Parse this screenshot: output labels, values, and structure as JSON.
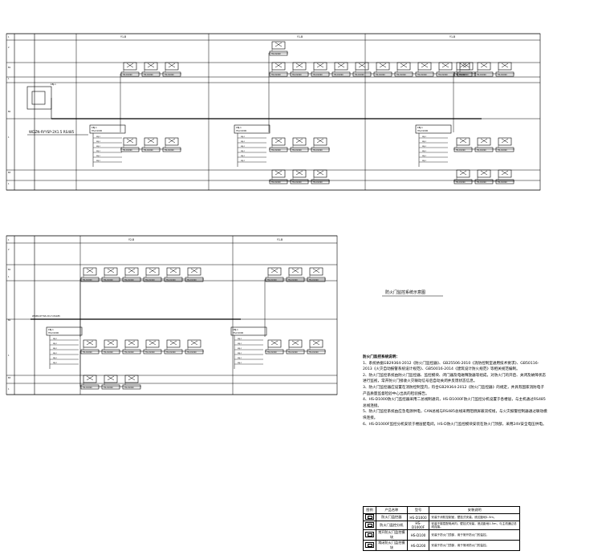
{
  "diagram1": {
    "sections": [
      "Y1-B",
      "Y1-B",
      "Y1-B"
    ],
    "rows": [
      "1",
      "2",
      "B1",
      "1",
      "B2",
      "1",
      "B3",
      "1"
    ],
    "cable": "WDZN-RYYSP-2X1.5 RS485",
    "device_top": "KBJ-1",
    "device_label": "HS-D1000",
    "sub_label": "KBJ-1",
    "node": "HS-D1000"
  },
  "diagram2": {
    "sections": [
      "Y2-B",
      "Y1-B"
    ],
    "rows": [
      "1",
      "2",
      "B1",
      "1",
      "B2",
      "1",
      "B3",
      "1"
    ],
    "cable": "WDZN-RYYSP-2X1.5 RS485",
    "node": "HS-D1000"
  },
  "notes": {
    "subtitle": "防火门监控系统示意图",
    "title": "防火门监控系统说明：",
    "lines": [
      "1、系统依据GB29364-2012《防火门监控器》、GB25506-2010《消防控制室通用技术要求》、GB50116-2013《火灾自动报警系统设计规范》、GB50016-2014《建筑设计防火规范》等相关规范编制。",
      "2、防火门监控系统由防火门监控器、监控模块、闭门器及电磁释放器等组成，对防火门的开启、关闭及故障状态进行监视，常开防火门接收火灾联动信号后自动关闭并反馈状态信息。",
      "3、防火门监控器应设置在消防控制室内，符合GB29364-2012《防火门监控器》的规定，并具有国家消防电子产品质量监督检验中心出具的检验报告。",
      "4、HS-D1000防火门监控器采用二总线制通讯，HS-D1000F防火门监控分机设置于各楼层，与主机通过RS485总线连接。",
      "5、防火门监控系统由应急电源供电，CAN总线与RS485总线采用阻燃屏蔽双绞线，与火灾报警控制器通过联动模块连接。",
      "6、HS-D1000F监控分机安装于楼层配电间，HS-D防火门监控模块安装在防火门顶部，采用24V安全电压供电。"
    ]
  },
  "legend": {
    "headers": [
      "图例",
      "产品名称",
      "型号",
      "安装说明"
    ],
    "rows": [
      {
        "name": "防火门监控器",
        "model": "HS-D1000",
        "note": "安装于消防控制室，壁挂式安装，底边距地1.5m。"
      },
      {
        "name": "防火门监控分机",
        "model": "HS-D1000F",
        "note": "安装于楼层配电间内，壁挂式安装，底边距地1.5m，与主机通过总线连接。"
      },
      {
        "name": "常开防火门监控模块",
        "model": "HS-D100",
        "note": "安装于防火门顶部，用于常开防火门的监控。"
      },
      {
        "name": "常闭防火门监控模块",
        "model": "HS-D200",
        "note": "安装于防火门顶部，用于常闭防火门的监控。"
      }
    ]
  },
  "colors": {
    "line": "#000000",
    "bg": "#ffffff"
  }
}
